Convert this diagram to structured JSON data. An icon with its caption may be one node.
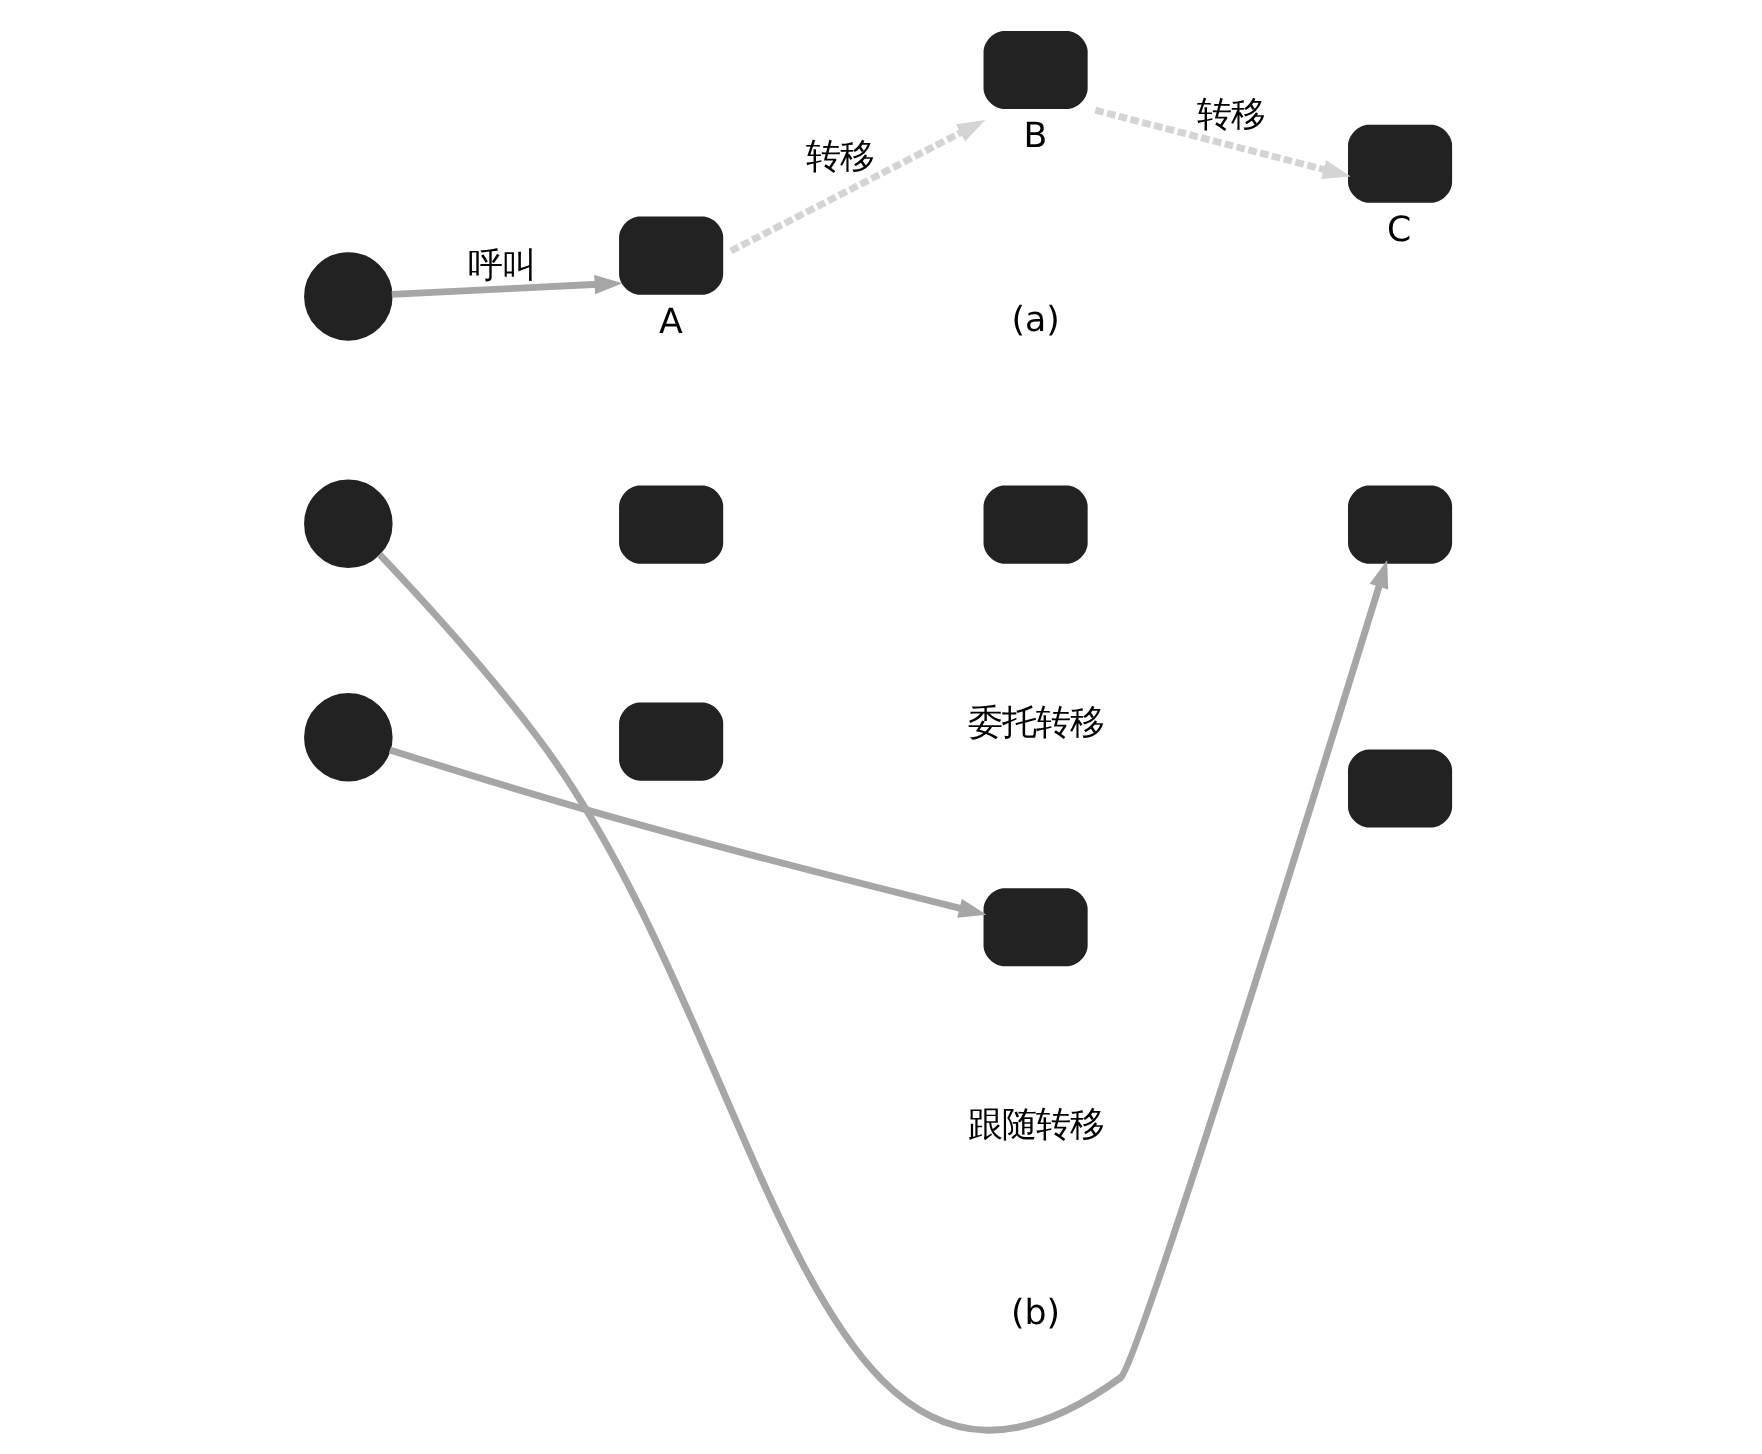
{
  "diagram": {
    "nodes": [
      {
        "text": [],
        "shape": "person"
      },
      {
        "text": [],
        "shape": "telephone",
        "beside": [
          "A"
        ]
      },
      {
        "text": [],
        "shape": "telephone",
        "beside": [
          "B"
        ]
      },
      {
        "text": [],
        "shape": "telephone",
        "beside": [
          "C"
        ]
      },
      {
        "text": [],
        "shape": "person"
      },
      {
        "text": [],
        "shape": "telephone"
      },
      {
        "text": [],
        "shape": "telephone"
      },
      {
        "text": [],
        "shape": "telephone"
      },
      {
        "text": [],
        "shape": "person"
      },
      {
        "text": [],
        "shape": "telephone"
      },
      {
        "text": [],
        "shape": "telephone"
      },
      {
        "text": [],
        "shape": "telephone"
      }
    ],
    "edges": [
      {
        "from": 0,
        "to": 1,
        "arrow": "to",
        "label": "呼叫"
      },
      {
        "from": 1,
        "to": 2,
        "arrow": "to",
        "label": "转移",
        "style": "dashed",
        "color": "#d4d4d4"
      },
      {
        "from": 2,
        "to": 3,
        "arrow": "to",
        "label": "转移",
        "style": "dashed",
        "color": "#d4d4d4"
      },
      {
        "from": 4,
        "to": 7,
        "arrow": "to"
      },
      {
        "from": 8,
        "to": 10,
        "arrow": "to"
      }
    ],
    "labels": [
      "(a)",
      "委托转移",
      "跟随转移",
      "(b)"
    ]
  }
}
